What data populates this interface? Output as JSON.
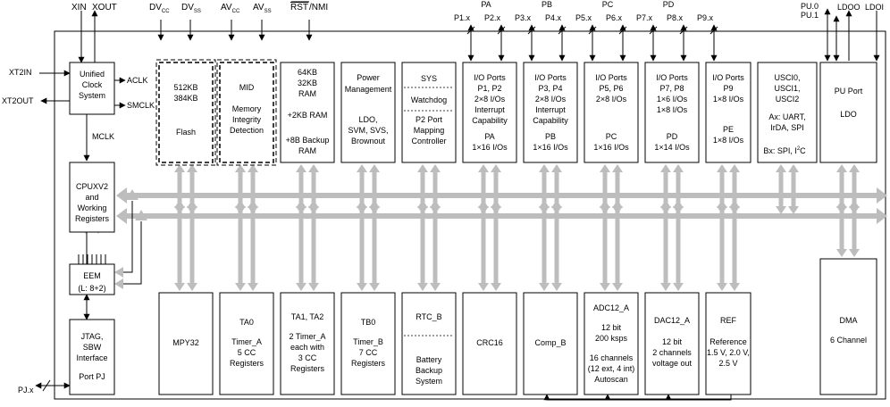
{
  "signals": {
    "xin": "XIN",
    "xout": "XOUT",
    "dvcc": "DV",
    "dvcc_sub": "CC",
    "dvss": "DV",
    "dvss_sub": "SS",
    "avcc": "AV",
    "avcc_sub": "CC",
    "avss": "AV",
    "avss_sub": "SS",
    "rst": "RST",
    "nmi": "/NMI",
    "xt2in": "XT2IN",
    "xt2out": "XT2OUT",
    "aclk": "ACLK",
    "smclk": "SMCLK",
    "mclk": "MCLK",
    "pjx": "PJ.x",
    "pu0": "PU.0",
    "pu1": "PU.1",
    "ldoo": "LDOO",
    "ldoi": "LDOI"
  },
  "ports": [
    {
      "name": "PA",
      "p1": "P1.x",
      "p2": "P2.x"
    },
    {
      "name": "PB",
      "p1": "P3.x",
      "p2": "P4.x"
    },
    {
      "name": "PC",
      "p1": "P5.x",
      "p2": "P6.x"
    },
    {
      "name": "PD",
      "p1": "P7.x",
      "p2": "P8.x"
    },
    {
      "name": "",
      "p1": "P9.x",
      "p2": ""
    }
  ],
  "blocks": {
    "ucs": [
      "Unified",
      "Clock",
      "System"
    ],
    "flash": [
      "512KB",
      "384KB",
      "Flash"
    ],
    "mid": [
      "MID",
      "Memory",
      "Integrity",
      "Detection"
    ],
    "ram": [
      "64KB",
      "32KB",
      "RAM",
      "+2KB RAM",
      "+8B Backup",
      "RAM"
    ],
    "pmm": [
      "Power",
      "Management",
      "LDO,",
      "SVM, SVS,",
      "Brownout"
    ],
    "sys": [
      "SYS",
      "Watchdog",
      "P2 Port",
      "Mapping",
      "Controller"
    ],
    "ioa": [
      "I/O Ports",
      "P1, P2",
      "2×8 I/Os",
      "Interrupt",
      "Capability",
      "PA",
      "1×16 I/Os"
    ],
    "iob": [
      "I/O Ports",
      "P3, P4",
      "2×8 I/Os",
      "Interrupt",
      "Capability",
      "PB",
      "1×16 I/Os"
    ],
    "ioc": [
      "I/O Ports",
      "P5, P6",
      "2×8 I/Os",
      "PC",
      "1×16 I/Os"
    ],
    "iod": [
      "I/O Ports",
      "P7, P8",
      "1×6 I/Os",
      "1×8 I/Os",
      "PD",
      "1×14 I/Os"
    ],
    "ioe": [
      "I/O Ports",
      "P9",
      "1×8 I/Os",
      "PE",
      "1×8 I/Os"
    ],
    "usci": [
      "USCI0,",
      "USCI1,",
      "USCI2",
      "Ax: UART,",
      "IrDA, SPI",
      "Bx: SPI, I",
      "2",
      "C"
    ],
    "pu": [
      "PU Port",
      "LDO"
    ],
    "cpu": [
      "CPUXV2",
      "and",
      "Working",
      "Registers"
    ],
    "eem": [
      "EEM",
      "(L: 8+2)"
    ],
    "jtag": [
      "JTAG,",
      "SBW",
      "Interface",
      "Port PJ"
    ],
    "mpy": [
      "MPY32"
    ],
    "ta0": [
      "TA0",
      "Timer_A",
      "5 CC",
      "Registers"
    ],
    "ta12": [
      "TA1, TA2",
      "2 Timer_A",
      "each with",
      "3 CC",
      "Registers"
    ],
    "tb0": [
      "TB0",
      "Timer_B",
      "7 CC",
      "Registers"
    ],
    "rtc": [
      "RTC_B",
      "Battery",
      "Backup",
      "System"
    ],
    "crc": [
      "CRC16"
    ],
    "comp": [
      "Comp_B"
    ],
    "adc": [
      "ADC12_A",
      "12 bit",
      "200 ksps",
      "16 channels",
      "(12 ext, 4 int)",
      "Autoscan"
    ],
    "dac": [
      "DAC12_A",
      "12 bit",
      "2 channels",
      "voltage out"
    ],
    "ref": [
      "REF",
      "Reference",
      "1.5 V, 2.0 V,",
      "2.5 V"
    ],
    "dma": [
      "DMA",
      "6 Channel"
    ]
  }
}
